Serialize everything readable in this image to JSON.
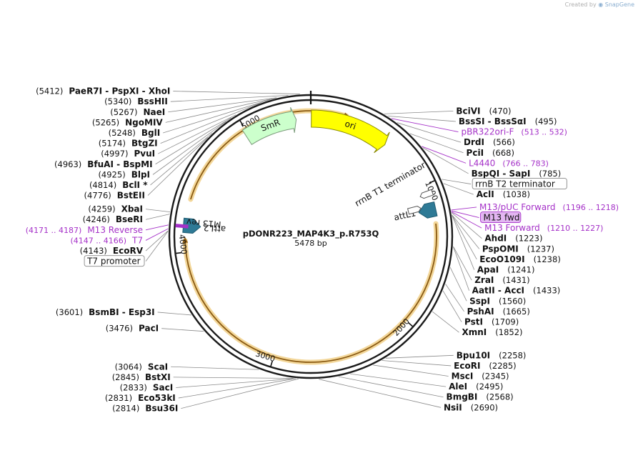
{
  "credit": {
    "prefix": "Created by",
    "brand": "SnapGene"
  },
  "plasmid": {
    "name": "pDONR223_MAP4K3_p.R753Q",
    "length": "5478 bp",
    "total_bp": 5478
  },
  "ticks": [
    {
      "bp": 1000,
      "label": "1000"
    },
    {
      "bp": 2000,
      "label": "2000"
    },
    {
      "bp": 3000,
      "label": "3000"
    },
    {
      "bp": 4000,
      "label": "4000"
    },
    {
      "bp": 5000,
      "label": "5000"
    }
  ],
  "features": [
    {
      "name": "ori",
      "label": "ori",
      "start": 4,
      "end": 592,
      "strand": 1,
      "color": "#ffff00",
      "stroke": "#888800",
      "labelPlacement": "on-arrow"
    },
    {
      "name": "SmR",
      "label": "SmR",
      "start": 4980,
      "end": 5370,
      "strand": 1,
      "color": "#ccffcc",
      "stroke": "#7a9a7a",
      "labelPlacement": "on-arrow"
    },
    {
      "name": "rrnB T1 terminator",
      "label": "rrnB T1 terminator",
      "start": 1030,
      "end": 1100,
      "strand": 1,
      "color": "#ffffff",
      "stroke": "#555555",
      "labelPlacement": "curved"
    },
    {
      "name": "attL1",
      "label": "attL1",
      "start": 1130,
      "end": 1230,
      "strand": -1,
      "color": "#2e7a96",
      "stroke": "#1e5a70",
      "labelPlacement": "curved"
    },
    {
      "name": "attL2",
      "label": "attL2",
      "start": 4135,
      "end": 4235,
      "strand": -1,
      "color": "#2e7a96",
      "stroke": "#1e5a70",
      "labelPlacement": "curved"
    },
    {
      "name": "M13 rev",
      "label": "M13 rev",
      "start": 4171,
      "end": 4187,
      "strand": -1,
      "color": "#a531c8",
      "stroke": "#a531c8",
      "labelPlacement": "curved"
    }
  ],
  "orf_arcs": [
    {
      "start": 1280,
      "end": 4080
    },
    {
      "start": 4370,
      "end": 250
    }
  ],
  "sites": [
    {
      "name": "PaeR7I - PspXI - XhoI",
      "pos": "(5412)",
      "bp": 5412
    },
    {
      "name": "BssHII",
      "pos": "(5340)",
      "bp": 5340
    },
    {
      "name": "NaeI",
      "pos": "(5267)",
      "bp": 5267
    },
    {
      "name": "NgoMIV",
      "pos": "(5265)",
      "bp": 5265
    },
    {
      "name": "BglI",
      "pos": "(5248)",
      "bp": 5248
    },
    {
      "name": "BtgZI",
      "pos": "(5174)",
      "bp": 5174
    },
    {
      "name": "PvuI",
      "pos": "(4997)",
      "bp": 4997
    },
    {
      "name": "BfuAI - BspMI",
      "pos": "(4963)",
      "bp": 4963
    },
    {
      "name": "BlpI",
      "pos": "(4925)",
      "bp": 4925
    },
    {
      "name": "BclI *",
      "pos": "(4814)",
      "bp": 4814
    },
    {
      "name": "BstEII",
      "pos": "(4776)",
      "bp": 4776
    },
    {
      "name": "XbaI",
      "pos": "(4259)",
      "bp": 4259
    },
    {
      "name": "BseRI",
      "pos": "(4246)",
      "bp": 4246
    },
    {
      "name": "EcoRV",
      "pos": "(4143)",
      "bp": 4143
    },
    {
      "name": "BsmBI - Esp3I",
      "pos": "(3601)",
      "bp": 3601
    },
    {
      "name": "PacI",
      "pos": "(3476)",
      "bp": 3476
    },
    {
      "name": "ScaI",
      "pos": "(3064)",
      "bp": 3064
    },
    {
      "name": "BstXI",
      "pos": "(2845)",
      "bp": 2845
    },
    {
      "name": "SacI",
      "pos": "(2833)",
      "bp": 2833
    },
    {
      "name": "Eco53kI",
      "pos": "(2831)",
      "bp": 2831
    },
    {
      "name": "Bsu36I",
      "pos": "(2814)",
      "bp": 2814
    },
    {
      "name": "NsiI",
      "pos": "(2690)",
      "bp": 2690
    },
    {
      "name": "BmgBI",
      "pos": "(2568)",
      "bp": 2568
    },
    {
      "name": "AleI",
      "pos": "(2495)",
      "bp": 2495
    },
    {
      "name": "MscI",
      "pos": "(2345)",
      "bp": 2345
    },
    {
      "name": "EcoRI",
      "pos": "(2285)",
      "bp": 2285
    },
    {
      "name": "Bpu10I",
      "pos": "(2258)",
      "bp": 2258
    },
    {
      "name": "XmnI",
      "pos": "(1852)",
      "bp": 1852
    },
    {
      "name": "PstI",
      "pos": "(1709)",
      "bp": 1709
    },
    {
      "name": "PshAI",
      "pos": "(1665)",
      "bp": 1665
    },
    {
      "name": "SspI",
      "pos": "(1560)",
      "bp": 1560
    },
    {
      "name": "AatII - AccI",
      "pos": "(1433)",
      "bp": 1433
    },
    {
      "name": "ZraI",
      "pos": "(1431)",
      "bp": 1431
    },
    {
      "name": "ApaI",
      "pos": "(1241)",
      "bp": 1241
    },
    {
      "name": "EcoO109I",
      "pos": "(1238)",
      "bp": 1238
    },
    {
      "name": "PspOMI",
      "pos": "(1237)",
      "bp": 1237
    },
    {
      "name": "AhdI",
      "pos": "(1223)",
      "bp": 1223
    },
    {
      "name": "AclI",
      "pos": "(1038)",
      "bp": 1038
    },
    {
      "name": "BspQI - SapI",
      "pos": "(785)",
      "bp": 785
    },
    {
      "name": "PciI",
      "pos": "(668)",
      "bp": 668
    },
    {
      "name": "DrdI",
      "pos": "(566)",
      "bp": 566
    },
    {
      "name": "BssSI - BssSαI",
      "pos": "(495)",
      "bp": 495
    },
    {
      "name": "BciVI",
      "pos": "(470)",
      "bp": 470
    }
  ],
  "primers": [
    {
      "name": "pBR322ori-F",
      "pos": "(513 .. 532)",
      "bp": 522
    },
    {
      "name": "L4440",
      "pos": "(766 .. 783)",
      "bp": 774
    },
    {
      "name": "M13/pUC Forward",
      "pos": "(1196 .. 1218)",
      "bp": 1207
    },
    {
      "name": "M13 Forward",
      "pos": "(1210 .. 1227)",
      "bp": 1218
    },
    {
      "name": "M13 Reverse",
      "pos": "(4171 .. 4187)",
      "bp": 4179
    },
    {
      "name": "T7",
      "pos": "(4147 .. 4166)",
      "bp": 4156
    }
  ],
  "boxed": [
    {
      "name": "rrnB T2 terminator",
      "bp": 1010,
      "kind": "feature"
    },
    {
      "name": "M13 fwd",
      "bp": 1212,
      "kind": "primer"
    },
    {
      "name": "T7 promoter",
      "bp": 4140,
      "kind": "feature"
    }
  ]
}
